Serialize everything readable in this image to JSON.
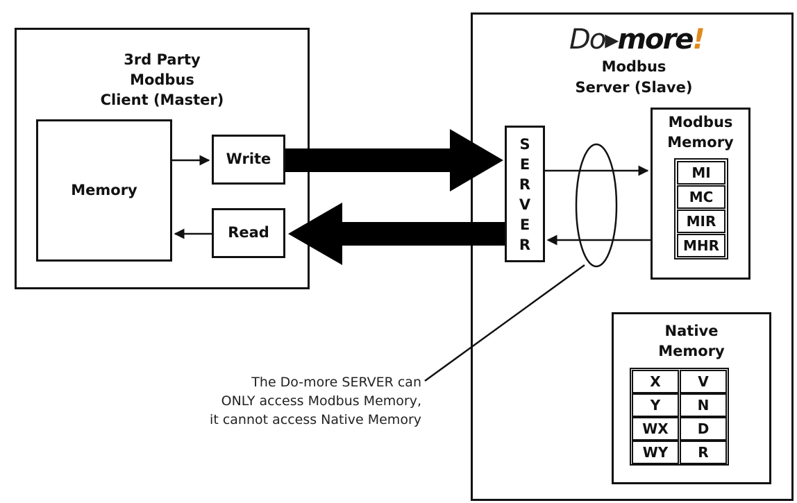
{
  "client": {
    "title_lines": [
      "3rd Party",
      "Modbus",
      "Client (Master)"
    ],
    "memory_label": "Memory",
    "write_label": "Write",
    "read_label": "Read"
  },
  "server": {
    "logo": {
      "do": "Do",
      "more": "more",
      "mark": "!",
      "accent_color": "#e08a1e"
    },
    "title_lines": [
      "Modbus",
      "Server (Slave)"
    ],
    "server_letters": [
      "S",
      "E",
      "R",
      "V",
      "E",
      "R"
    ],
    "modbus_memory": {
      "title_lines": [
        "Modbus",
        "Memory"
      ],
      "cells": [
        "MI",
        "MC",
        "MIR",
        "MHR"
      ]
    },
    "native_memory": {
      "title_lines": [
        "Native",
        "Memory"
      ],
      "rows": [
        [
          "X",
          "V"
        ],
        [
          "Y",
          "N"
        ],
        [
          "WX",
          "D"
        ],
        [
          "WY",
          "R"
        ]
      ]
    }
  },
  "note_lines": [
    "The Do-more SERVER can",
    "ONLY access Modbus Memory,",
    "it cannot access Native Memory"
  ]
}
